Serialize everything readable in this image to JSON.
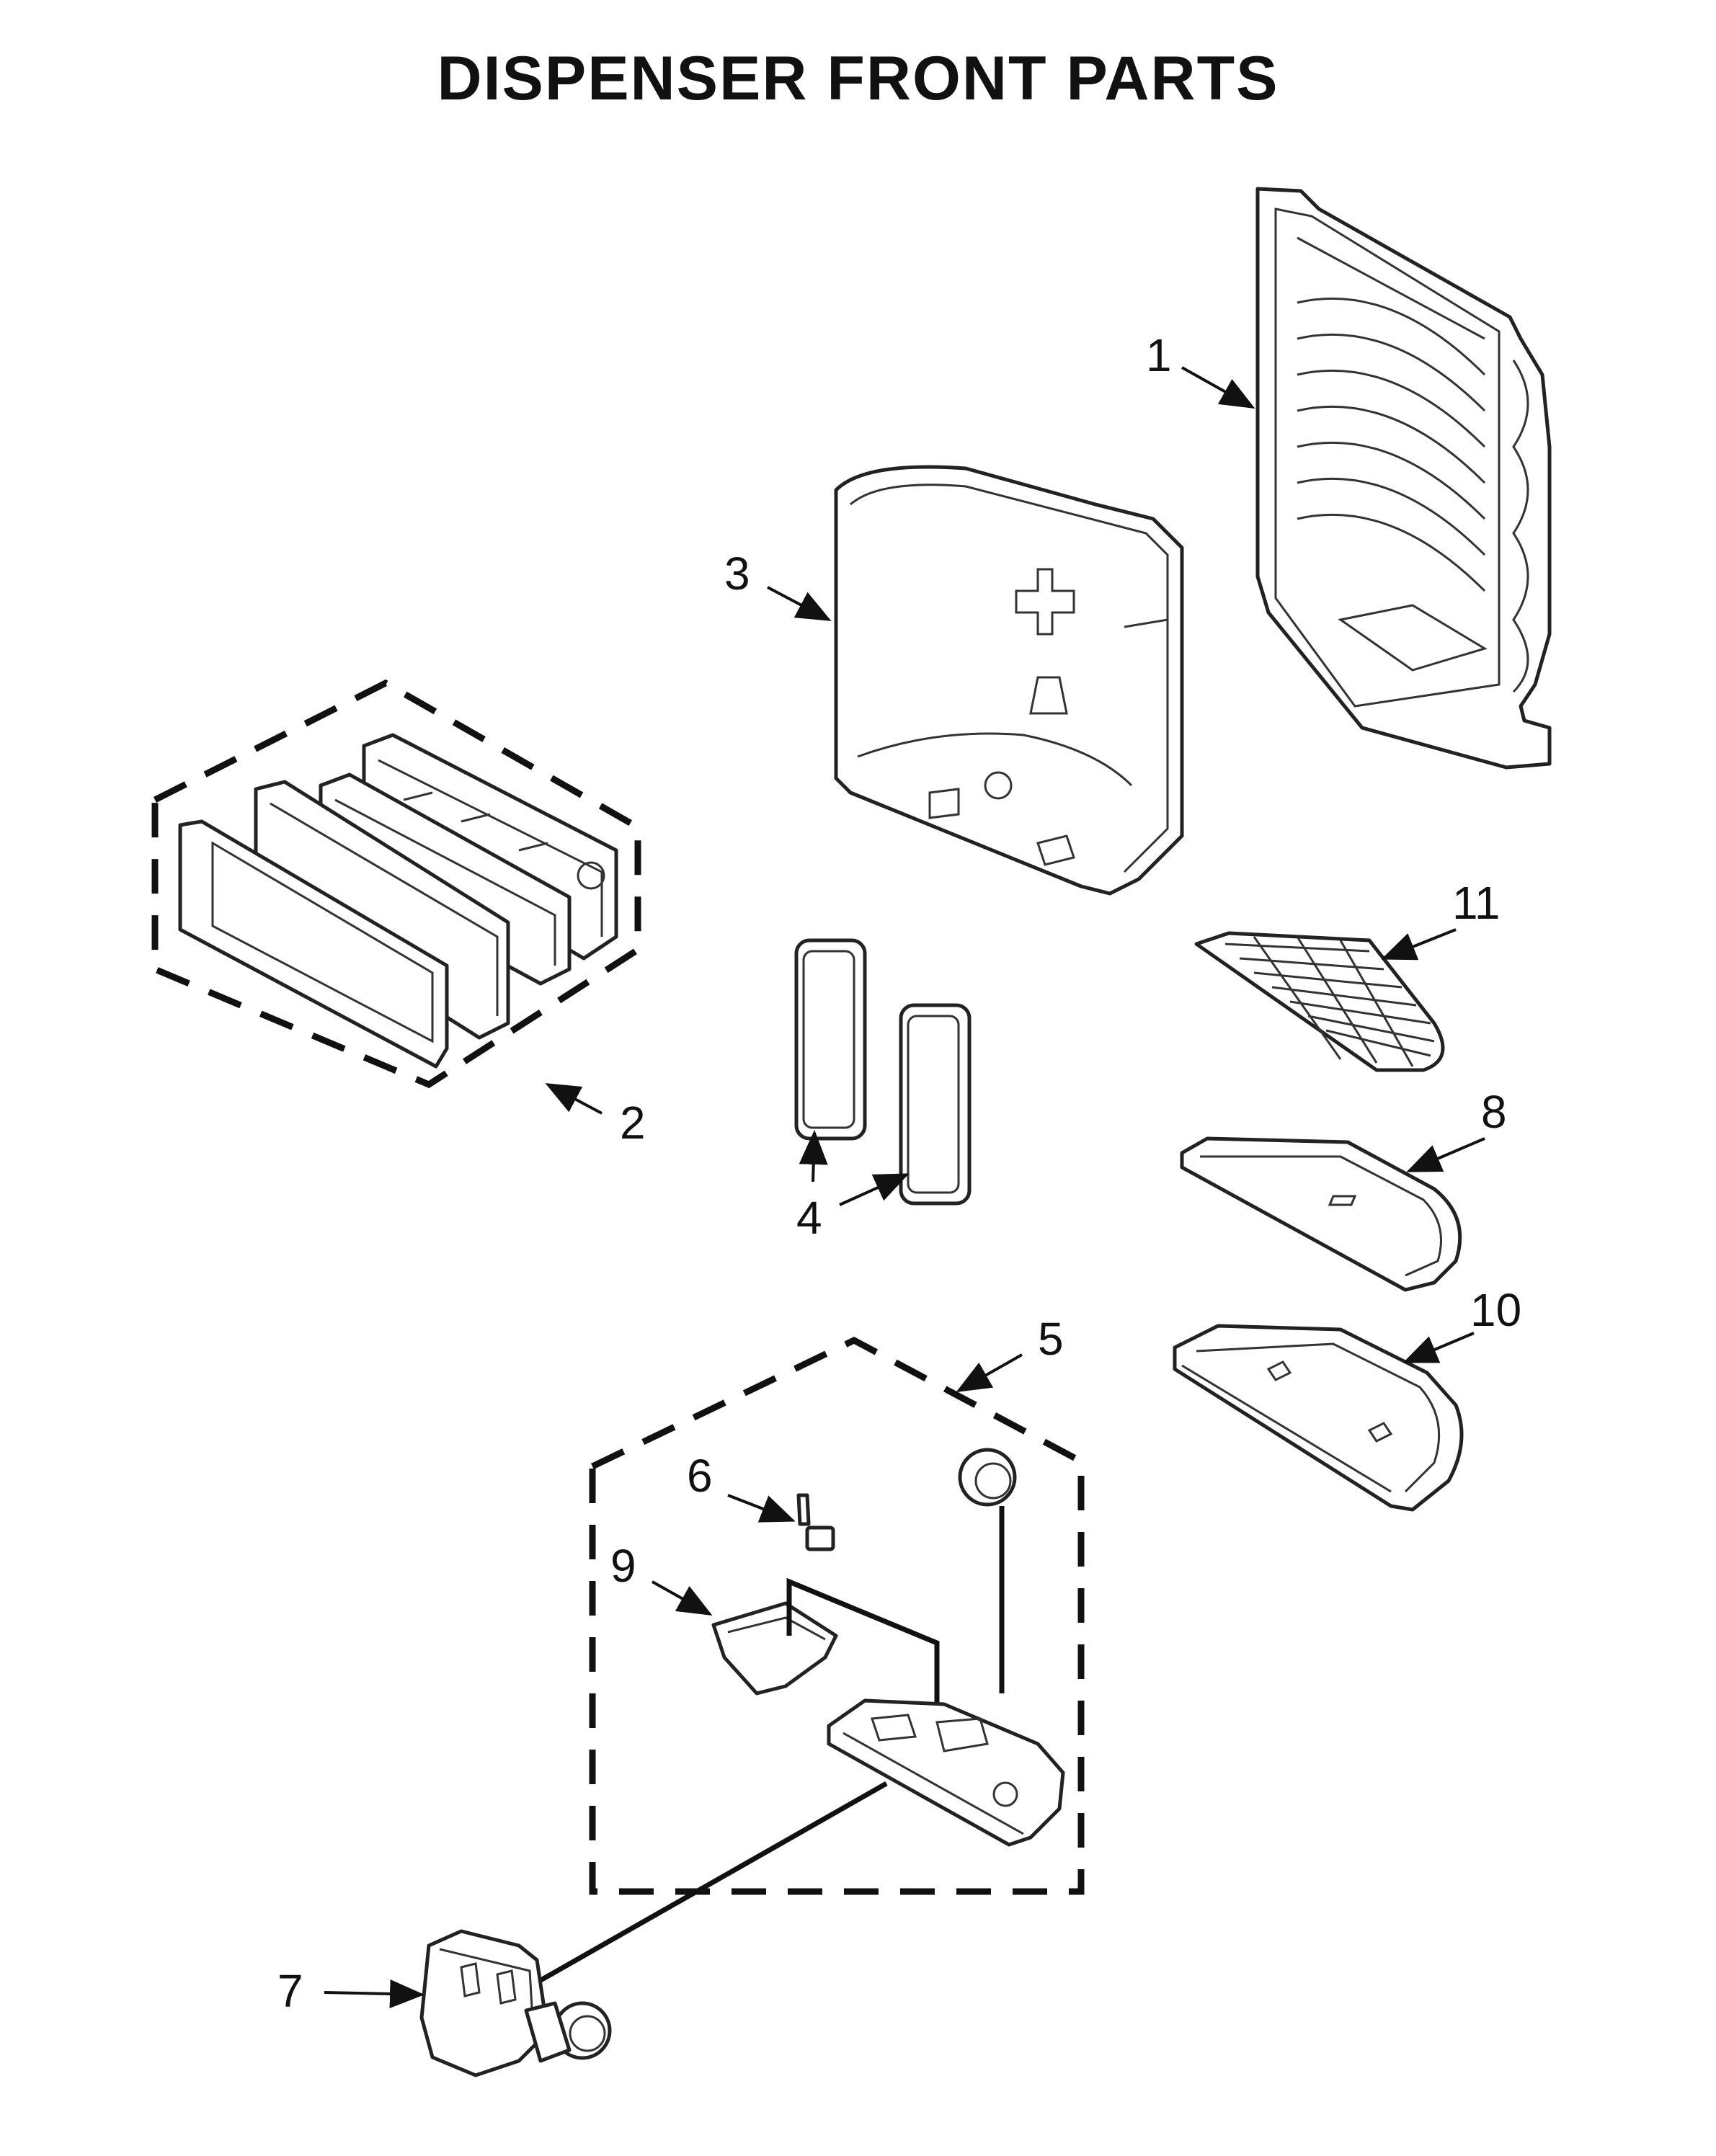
{
  "title": "DISPENSER FRONT PARTS",
  "callouts": {
    "c1": "1",
    "c2": "2",
    "c3": "3",
    "c4": "4",
    "c5": "5",
    "c6": "6",
    "c7": "7",
    "c8": "8",
    "c9": "9",
    "c10": "10",
    "c11": "11"
  }
}
